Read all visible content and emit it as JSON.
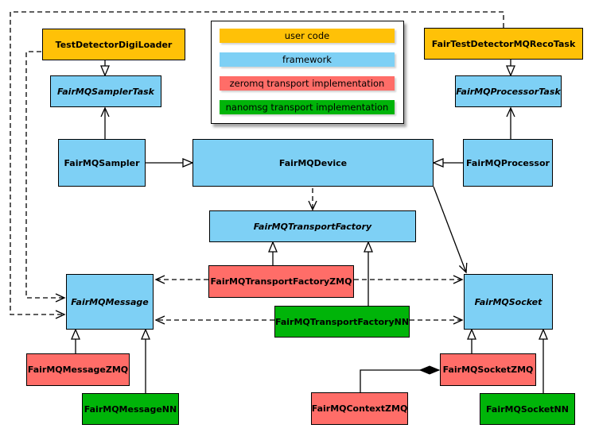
{
  "colors": {
    "user_code": "#FFC107",
    "framework": "#7ED0F5",
    "zeromq": "#FF6D68",
    "nanomsg": "#00B409",
    "line": "#000000",
    "background": "#FFFFFF"
  },
  "legend": {
    "items": [
      {
        "label": "user code",
        "role": "user_code"
      },
      {
        "label": "framework",
        "role": "framework"
      },
      {
        "label": "zeromq transport implementation",
        "role": "zeromq"
      },
      {
        "label": "nanomsg transport implementation",
        "role": "nanomsg"
      }
    ]
  },
  "nodes": {
    "digi_loader": {
      "label": "TestDetectorDigiLoader",
      "role": "user_code",
      "abstract": false
    },
    "sampler_task": {
      "label": "FairMQSamplerTask",
      "role": "framework",
      "abstract": true
    },
    "sampler": {
      "label": "FairMQSampler",
      "role": "framework",
      "abstract": false
    },
    "device": {
      "label": "FairMQDevice",
      "role": "framework",
      "abstract": false
    },
    "processor": {
      "label": "FairMQProcessor",
      "role": "framework",
      "abstract": false
    },
    "reco_task": {
      "label": "FairTestDetectorMQRecoTask",
      "role": "user_code",
      "abstract": false
    },
    "processor_task": {
      "label": "FairMQProcessorTask",
      "role": "framework",
      "abstract": true
    },
    "transport_factory": {
      "label": "FairMQTransportFactory",
      "role": "framework",
      "abstract": true
    },
    "transport_factory_zmq": {
      "label": "FairMQTransportFactoryZMQ",
      "role": "zeromq",
      "abstract": false
    },
    "transport_factory_nn": {
      "label": "FairMQTransportFactoryNN",
      "role": "nanomsg",
      "abstract": false
    },
    "message": {
      "label": "FairMQMessage",
      "role": "framework",
      "abstract": true
    },
    "socket": {
      "label": "FairMQSocket",
      "role": "framework",
      "abstract": true
    },
    "message_zmq": {
      "label": "FairMQMessageZMQ",
      "role": "zeromq",
      "abstract": false
    },
    "message_nn": {
      "label": "FairMQMessageNN",
      "role": "nanomsg",
      "abstract": false
    },
    "context_zmq": {
      "label": "FairMQContextZMQ",
      "role": "zeromq",
      "abstract": false
    },
    "socket_zmq": {
      "label": "FairMQSocketZMQ",
      "role": "zeromq",
      "abstract": false
    },
    "socket_nn": {
      "label": "FairMQSocketNN",
      "role": "nanomsg",
      "abstract": false
    }
  },
  "edges": [
    {
      "from": "digi_loader",
      "to": "sampler_task",
      "type": "inheritance-hollow-triangle",
      "style": "solid"
    },
    {
      "from": "reco_task",
      "to": "processor_task",
      "type": "inheritance-hollow-triangle",
      "style": "solid"
    },
    {
      "from": "sampler",
      "to": "sampler_task",
      "type": "open-chevron",
      "style": "solid"
    },
    {
      "from": "processor",
      "to": "processor_task",
      "type": "open-chevron",
      "style": "solid"
    },
    {
      "from": "sampler",
      "to": "device",
      "type": "inheritance-hollow-triangle",
      "style": "solid"
    },
    {
      "from": "processor",
      "to": "device",
      "type": "inheritance-hollow-triangle",
      "style": "solid"
    },
    {
      "from": "device",
      "to": "transport_factory",
      "type": "open-chevron",
      "style": "dashed"
    },
    {
      "from": "device",
      "to": "socket",
      "type": "open-chevron",
      "style": "solid"
    },
    {
      "from": "transport_factory_zmq",
      "to": "transport_factory",
      "type": "inheritance-hollow-triangle",
      "style": "solid"
    },
    {
      "from": "transport_factory_nn",
      "to": "transport_factory",
      "type": "inheritance-hollow-triangle",
      "style": "solid"
    },
    {
      "from": "transport_factory_zmq",
      "to": "message",
      "type": "open-chevron",
      "style": "dashed"
    },
    {
      "from": "transport_factory_zmq",
      "to": "socket",
      "type": "open-chevron",
      "style": "dashed"
    },
    {
      "from": "transport_factory_nn",
      "to": "message",
      "type": "open-chevron",
      "style": "dashed"
    },
    {
      "from": "transport_factory_nn",
      "to": "socket",
      "type": "open-chevron",
      "style": "dashed"
    },
    {
      "from": "digi_loader",
      "to": "message",
      "type": "open-chevron",
      "style": "dashed"
    },
    {
      "from": "reco_task",
      "to": "message",
      "type": "open-chevron",
      "style": "dashed"
    },
    {
      "from": "message_zmq",
      "to": "message",
      "type": "inheritance-hollow-triangle",
      "style": "solid"
    },
    {
      "from": "message_nn",
      "to": "message",
      "type": "inheritance-hollow-triangle",
      "style": "solid"
    },
    {
      "from": "socket_zmq",
      "to": "socket",
      "type": "inheritance-hollow-triangle",
      "style": "solid"
    },
    {
      "from": "socket_nn",
      "to": "socket",
      "type": "inheritance-hollow-triangle",
      "style": "solid"
    },
    {
      "from": "context_zmq",
      "to": "socket_zmq",
      "type": "composition-filled-diamond",
      "style": "solid"
    }
  ]
}
